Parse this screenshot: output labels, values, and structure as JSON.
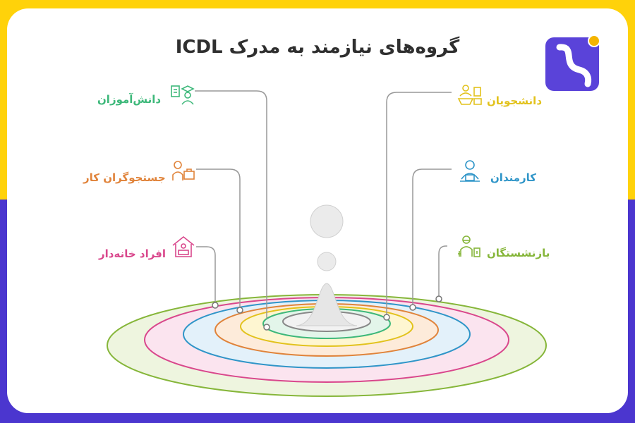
{
  "title": "گروه‌های نیازمند به مدرک ICDL",
  "groups": [
    {
      "id": "students-school",
      "label": "دانش‌آموزان",
      "color": "#3DB87A",
      "icon": "graduate-icon"
    },
    {
      "id": "job-seekers",
      "label": "جستجوگران کار",
      "color": "#E0833A",
      "icon": "job-seeker-icon"
    },
    {
      "id": "homemakers",
      "label": "افراد خانه‌دار",
      "color": "#D9478C",
      "icon": "house-laptop-icon"
    },
    {
      "id": "university-students",
      "label": "دانشجویان",
      "color": "#E2C21C",
      "icon": "student-desk-icon"
    },
    {
      "id": "employees",
      "label": "کارمندان",
      "color": "#2F95C8",
      "icon": "employee-icon"
    },
    {
      "id": "retirees",
      "label": "بازنشستگان",
      "color": "#86B63A",
      "icon": "retiree-icon"
    }
  ],
  "colors": {
    "top_band": "#FFD20A",
    "bottom_band": "#4B36CF",
    "logo": "#5A43D9",
    "accent": "#F4B400"
  }
}
